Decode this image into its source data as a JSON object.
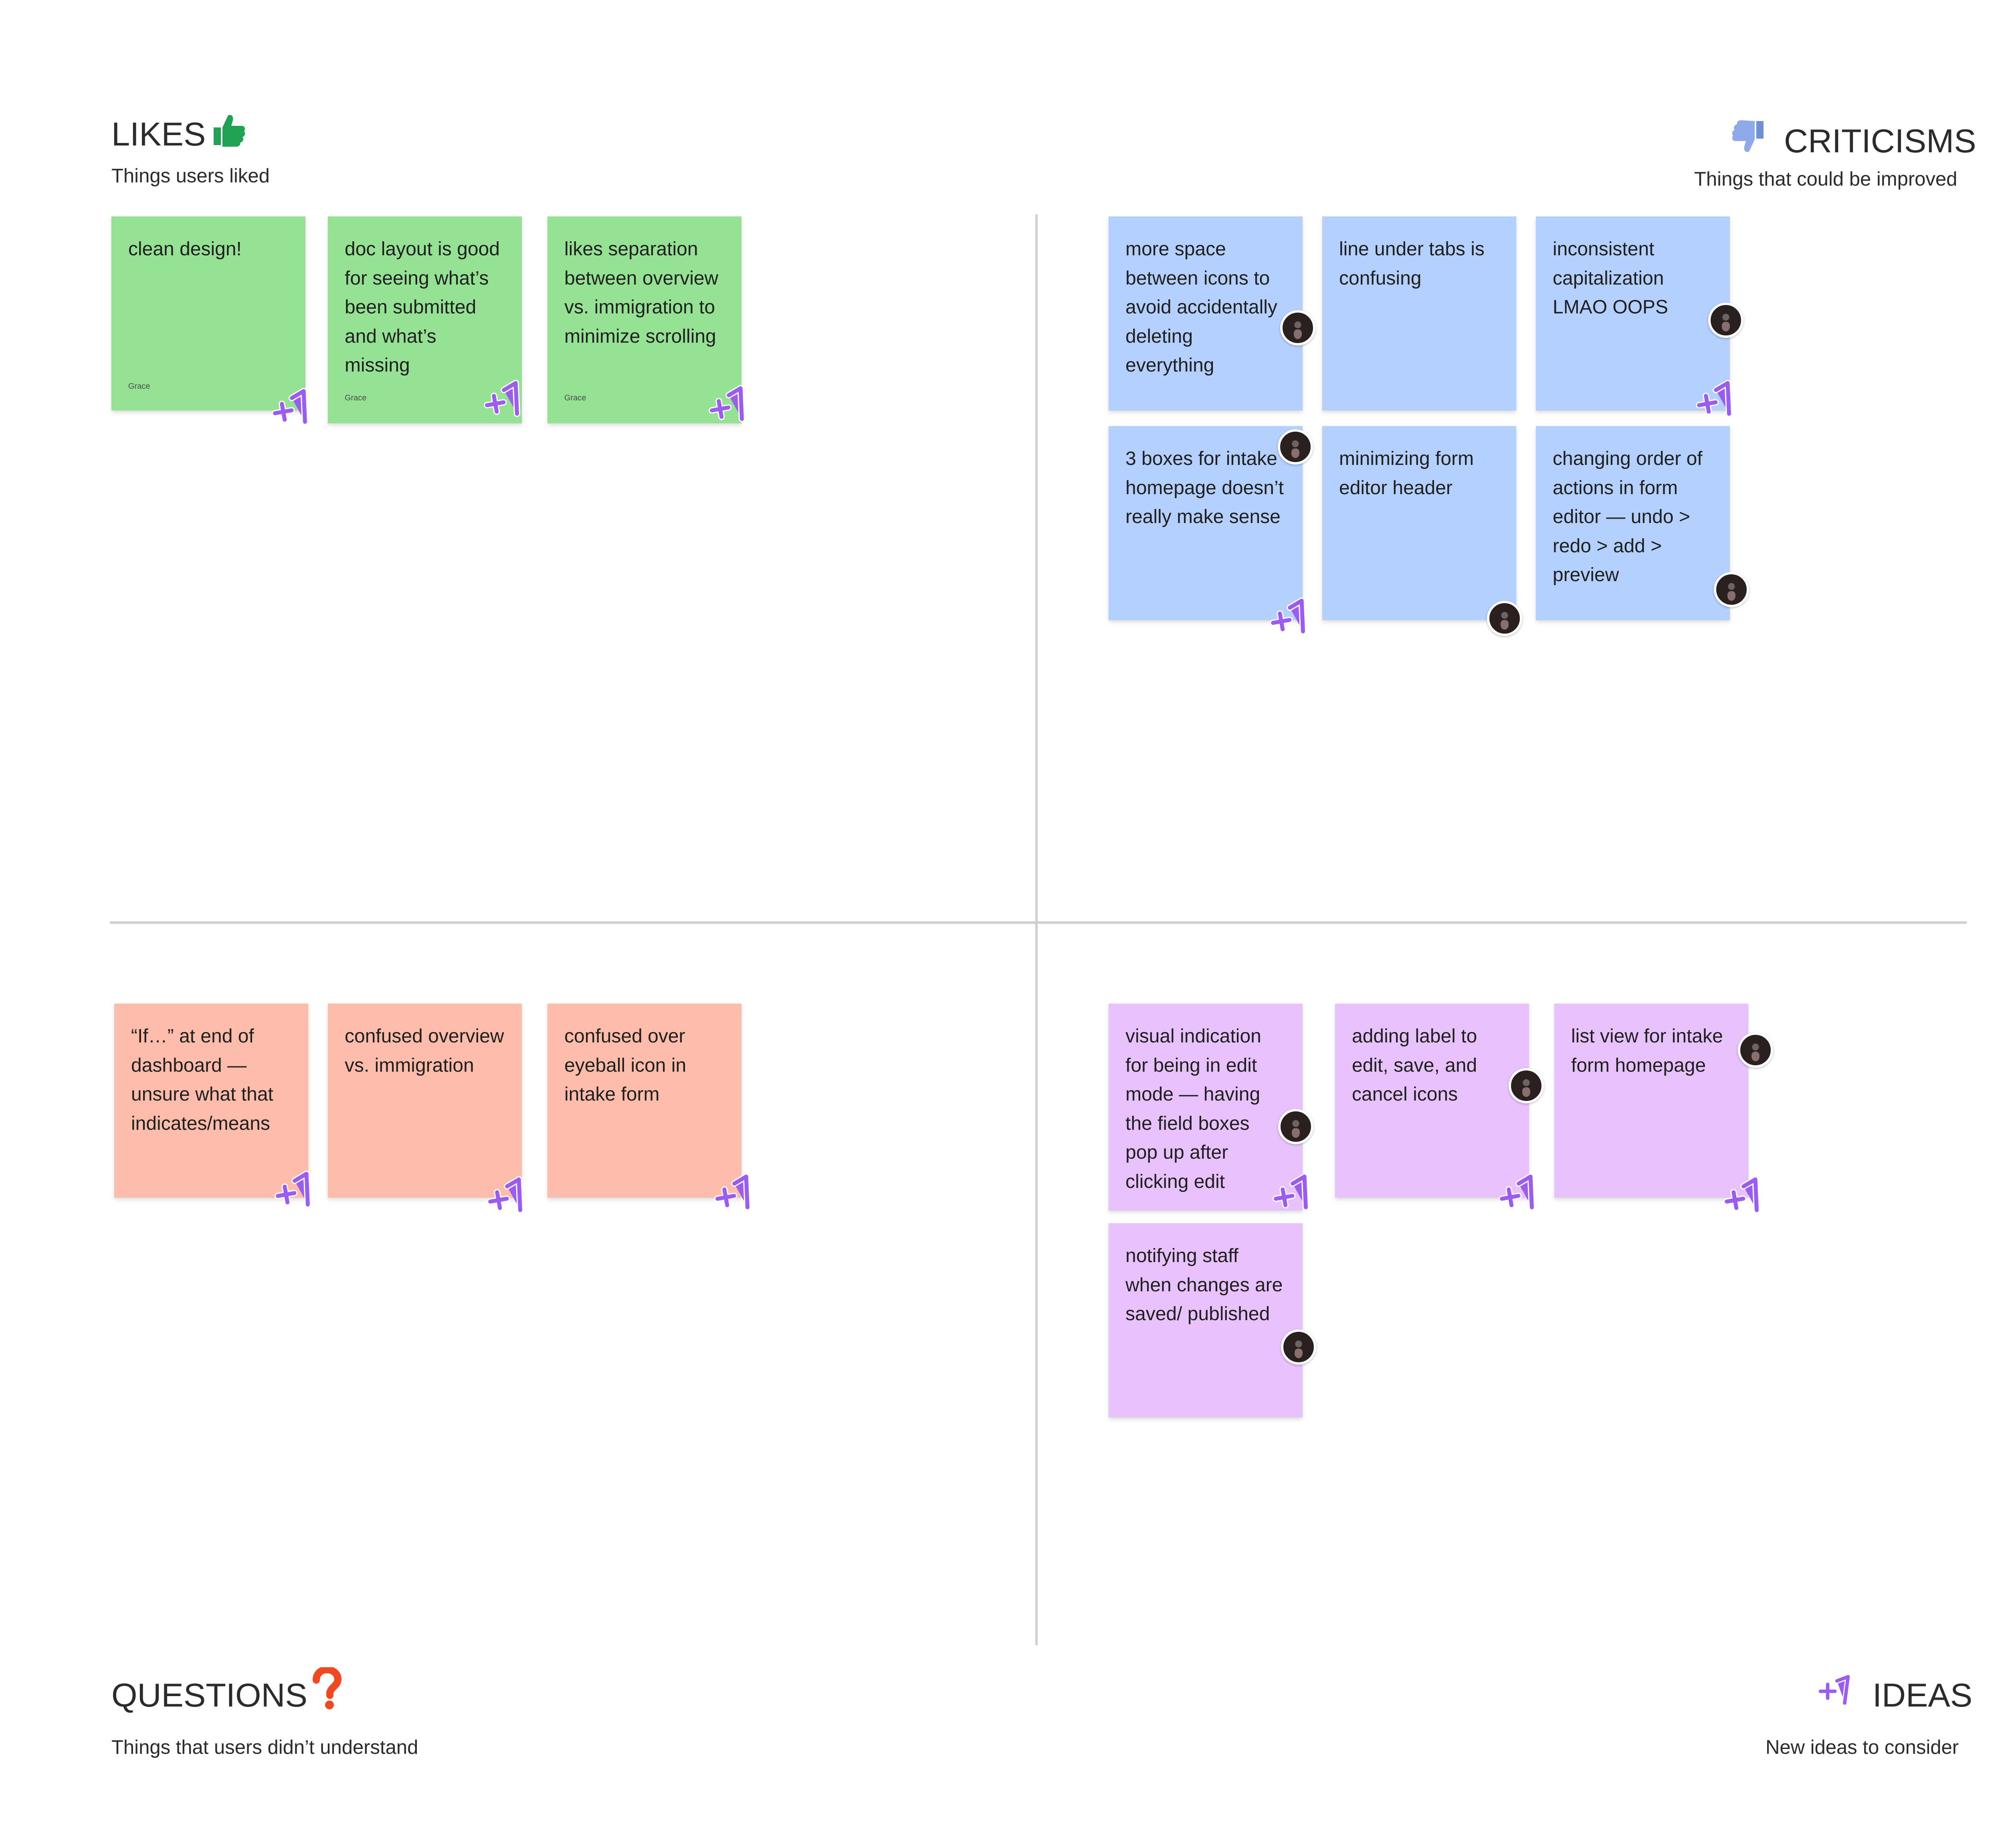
{
  "quadrants": {
    "likes": {
      "title": "LIKES",
      "subtitle": "Things users liked"
    },
    "criticisms": {
      "title": "CRITICISMS",
      "subtitle": "Things that could be improved"
    },
    "questions": {
      "title": "QUESTIONS",
      "subtitle": "Things that users didn’t understand"
    },
    "ideas": {
      "title": "IDEAS",
      "subtitle": "New ideas to consider"
    }
  },
  "colors": {
    "likes_note": "#95e295",
    "criticisms_note": "#b3d0fe",
    "questions_note": "#fdbdaa",
    "ideas_note": "#e8c2fc",
    "plus_one": "#9b5cf0",
    "thumbs_up": "#1fa352",
    "thumbs_down": "#6f8fd6",
    "question_mark": "#f24822"
  },
  "likes": [
    {
      "text": "clean design!",
      "author": "Grace",
      "icons": [
        "plus-one-sticker"
      ]
    },
    {
      "text": "doc layout is good for seeing what’s been submitted and what’s missing",
      "author": "Grace",
      "icons": [
        "plus-one-sticker"
      ]
    },
    {
      "text": "likes separation between overview vs. immigration to minimize scrolling",
      "author": "Grace",
      "icons": [
        "plus-one-sticker"
      ]
    }
  ],
  "criticisms": [
    {
      "text": "more space between icons to avoid accidentally deleting everything",
      "icons": [
        "avatar"
      ]
    },
    {
      "text": "line under tabs is confusing",
      "icons": []
    },
    {
      "text": "inconsistent capitalization LMAO OOPS",
      "icons": [
        "avatar",
        "plus-one-sticker"
      ]
    },
    {
      "text": "3 boxes for intake homepage doesn’t really make sense",
      "icons": [
        "avatar",
        "plus-one-sticker"
      ]
    },
    {
      "text": "minimizing form editor header",
      "icons": [
        "avatar"
      ]
    },
    {
      "text": "changing order of actions in form editor — undo > redo > add > preview",
      "icons": [
        "avatar"
      ]
    }
  ],
  "questions": [
    {
      "text": "“If…” at end of dashboard — unsure what that indicates/means",
      "icons": [
        "plus-one-sticker"
      ]
    },
    {
      "text": "confused overview vs. immigration",
      "icons": [
        "plus-one-sticker"
      ]
    },
    {
      "text": "confused over eyeball icon in intake form",
      "icons": [
        "plus-one-sticker"
      ]
    }
  ],
  "ideas": [
    {
      "text": "visual indication for being in edit mode — having the field boxes pop up after clicking edit",
      "icons": [
        "avatar",
        "plus-one-sticker"
      ]
    },
    {
      "text": "adding label to edit, save, and cancel icons",
      "icons": [
        "avatar",
        "plus-one-sticker"
      ]
    },
    {
      "text": "list view for intake form homepage",
      "icons": [
        "avatar",
        "plus-one-sticker"
      ]
    },
    {
      "text": "notifying staff when changes are saved/ published",
      "icons": [
        "avatar"
      ]
    }
  ]
}
